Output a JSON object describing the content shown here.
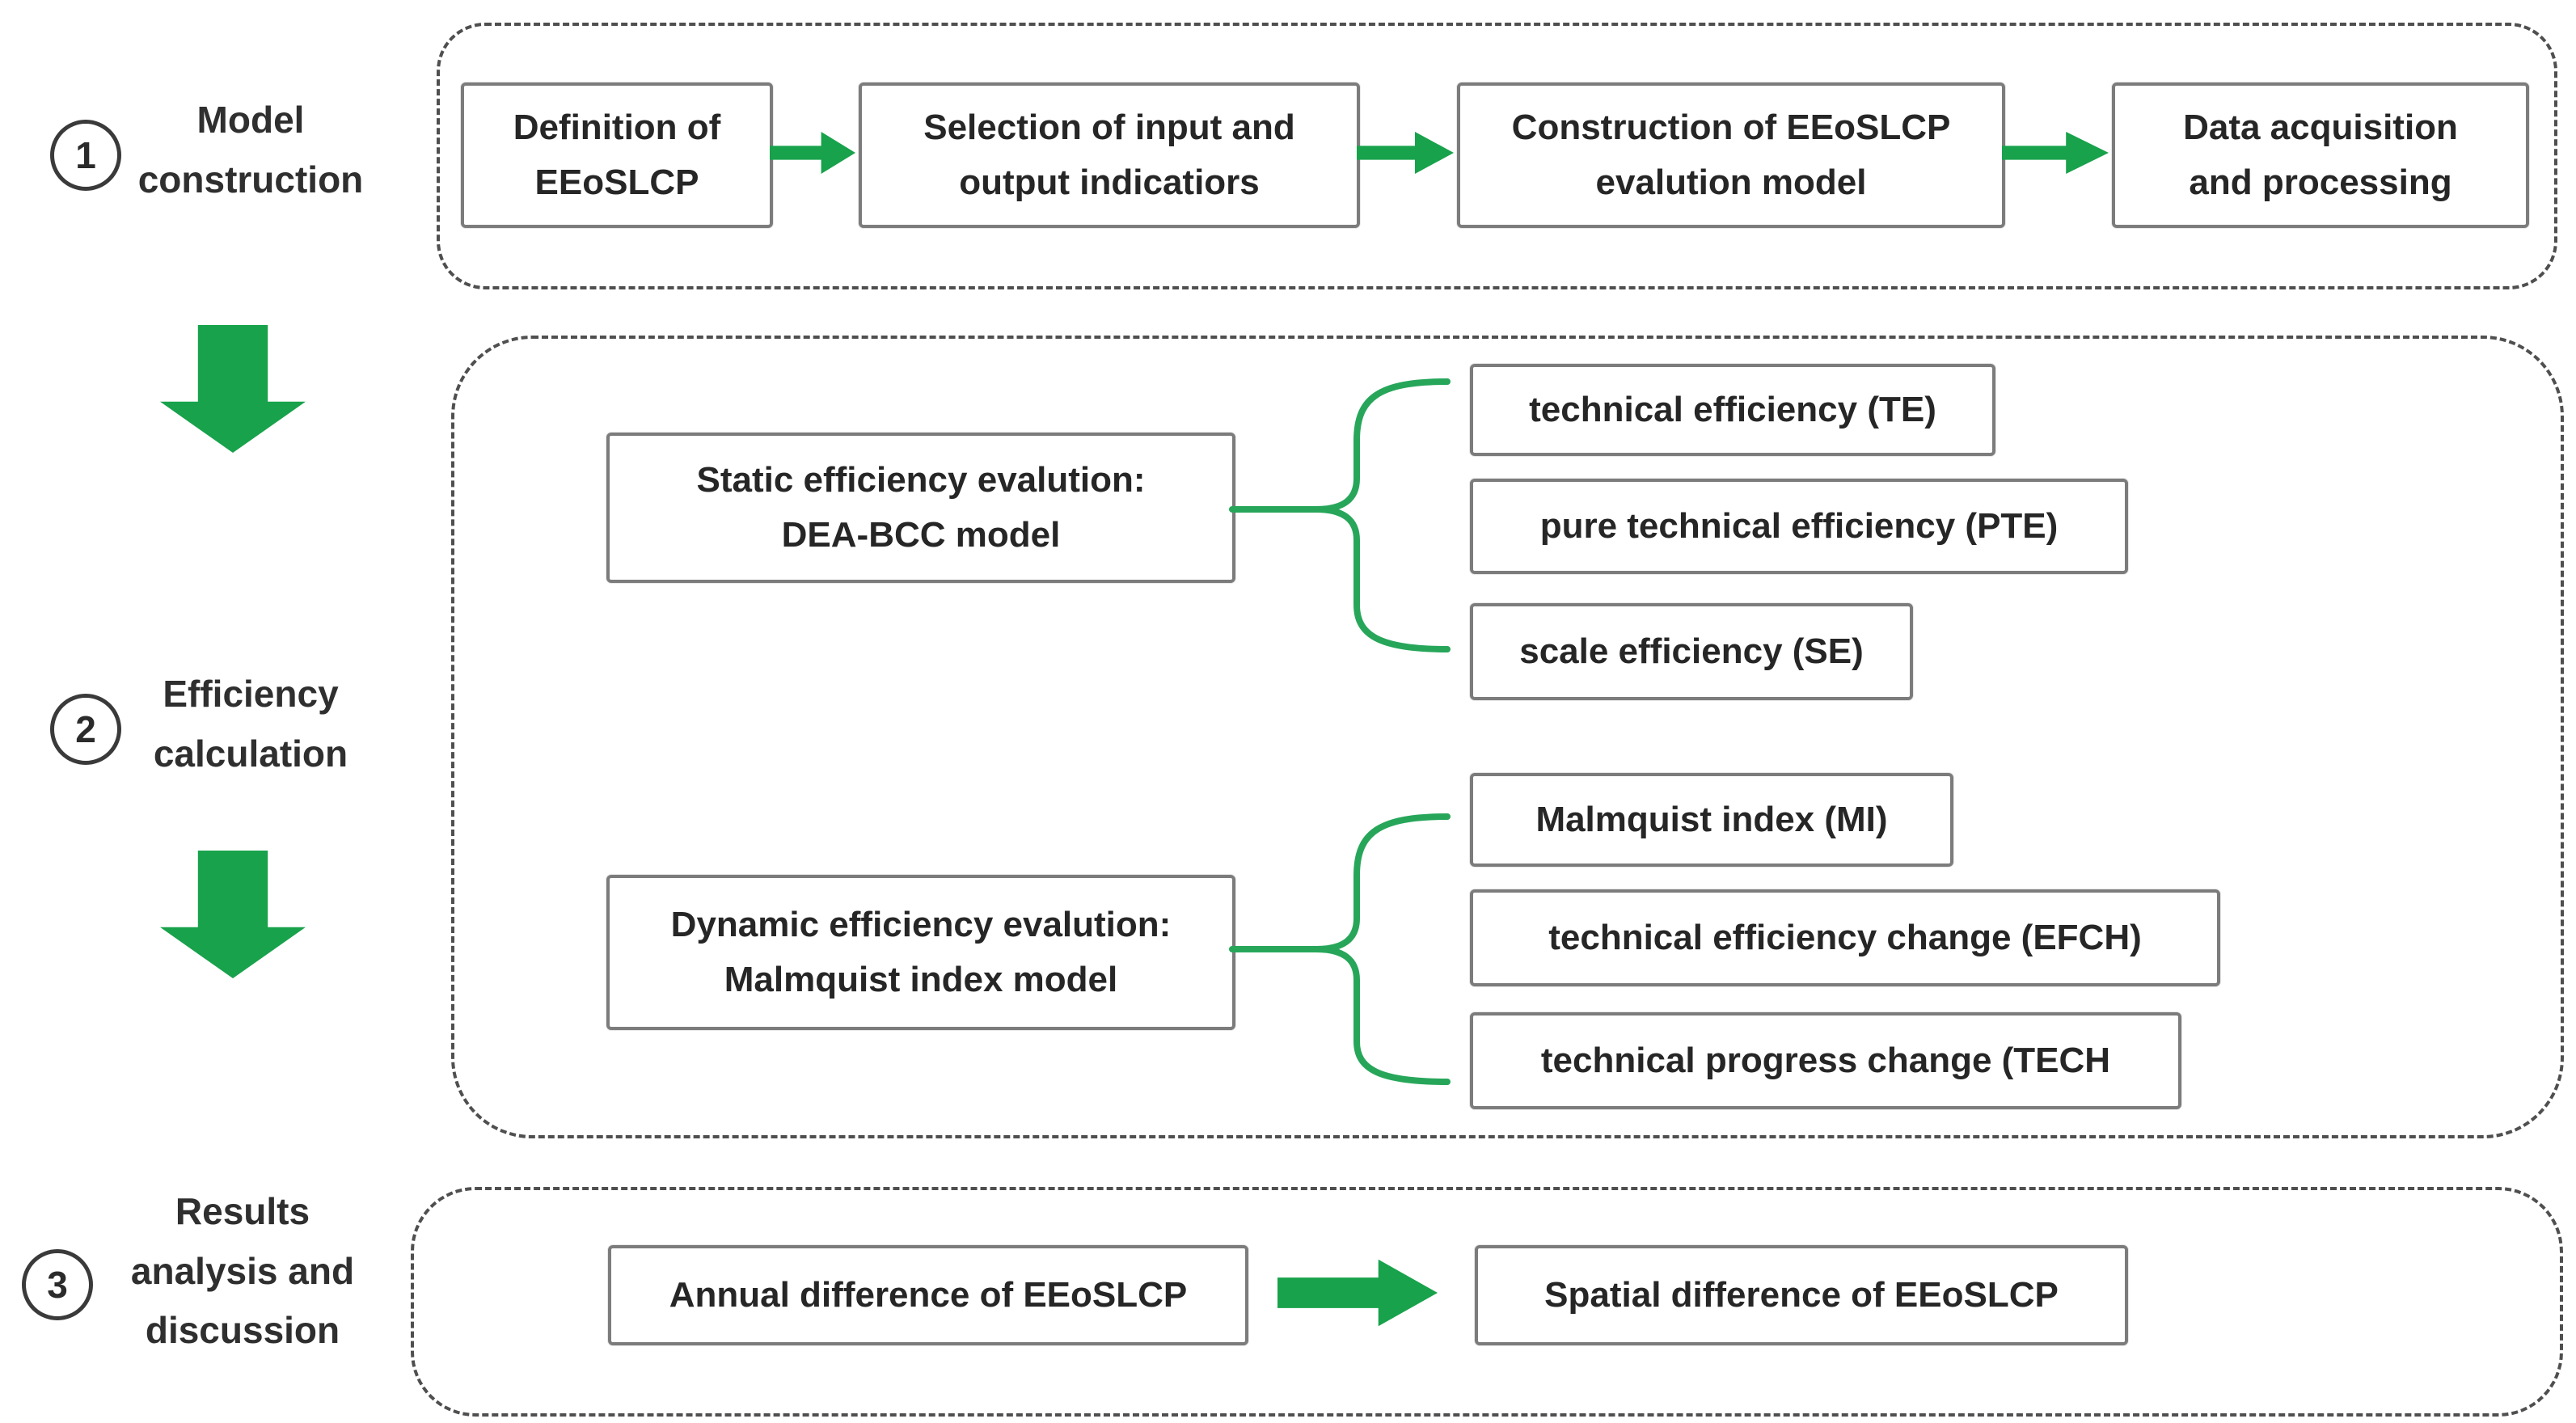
{
  "colors": {
    "arrow_green": "#18a24b",
    "brace_green": "#27a65a",
    "box_border_gray": "#7c7c7c",
    "dashed_border_gray": "#4f4f4f",
    "text": "#262626"
  },
  "steps": [
    {
      "number": "1",
      "lines": [
        "Model",
        "construction"
      ]
    },
    {
      "number": "2",
      "lines": [
        "Efficiency",
        "calculation"
      ]
    },
    {
      "number": "3",
      "lines": [
        "Results",
        "analysis and",
        "discussion"
      ]
    }
  ],
  "stage1": {
    "boxes": [
      [
        "Definition of",
        "EEoSLCP"
      ],
      [
        "Selection of input and",
        "output indicatiors"
      ],
      [
        "Construction of EEoSLCP",
        "evalution model"
      ],
      [
        "Data acquisition",
        "and processing"
      ]
    ]
  },
  "stage2": {
    "static_box": [
      "Static efficiency evalution:",
      "DEA-BCC model"
    ],
    "static_outputs": [
      "technical efficiency (TE)",
      "pure technical efficiency (PTE)",
      "scale efficiency (SE)"
    ],
    "dynamic_box": [
      "Dynamic efficiency evalution:",
      "Malmquist index model"
    ],
    "dynamic_outputs": [
      "Malmquist index (MI)",
      "technical efficiency change (EFCH)",
      "technical progress change (TECH"
    ]
  },
  "stage3": {
    "boxes": [
      "Annual difference of EEoSLCP",
      "Spatial difference of EEoSLCP"
    ]
  }
}
